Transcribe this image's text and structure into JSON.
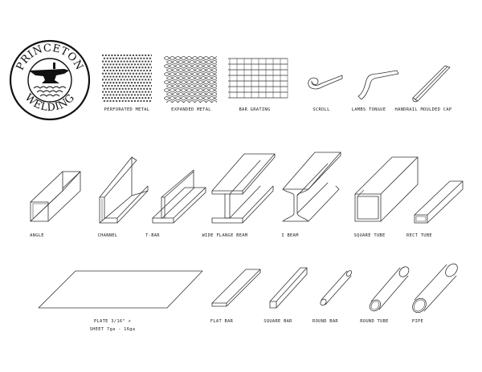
{
  "logo": {
    "name_top": "PRINCETON",
    "name_bottom": "WELDING"
  },
  "items": {
    "perforated_metal": "PERFORATED METAL",
    "expanded_metal": "EXPANDED METAL",
    "bar_grating": "BAR GRATING",
    "scroll": "SCROLL",
    "lambs_tongue": "LAMBS TONGUE",
    "handrail_cap": "HANDRAIL MOULDED  CAP",
    "angle": "ANGLE",
    "channel": "CHANNEL",
    "t_bar": "T-BAR",
    "wide_flange_beam": "WIDE FLANGE BEAM",
    "i_beam": "I BEAM",
    "square_tube": "SQUARE TUBE",
    "rect_tube": "RECT TUBE",
    "plate": "PLATE 3/16\" +",
    "sheet": "SHEET 7ga - 16ga",
    "flat_bar": "FLAT BAR",
    "square_bar": "SQUARE BAR",
    "round_bar": "ROUND BAR",
    "round_tube": "ROUND TUBE",
    "pipe": "PIPE"
  }
}
